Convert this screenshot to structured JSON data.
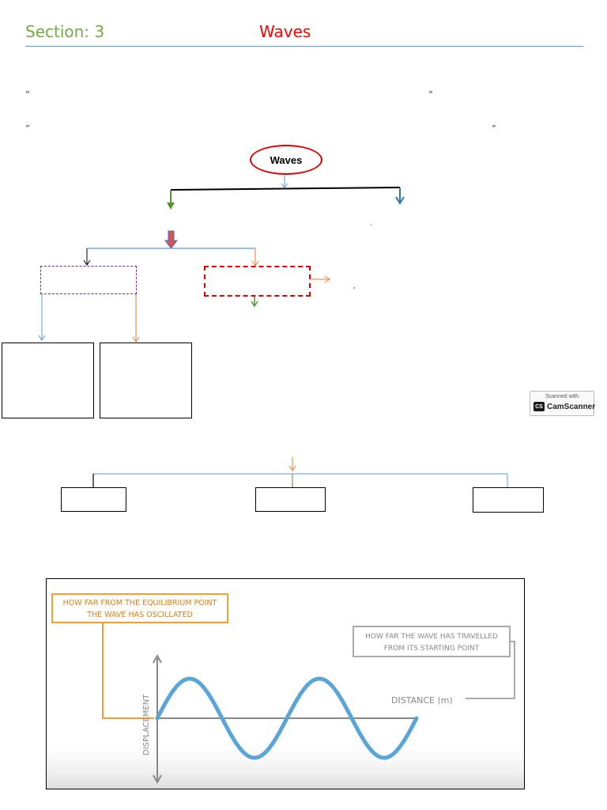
{
  "header": {
    "section": "Section: 3",
    "topic": "Waves"
  },
  "quotes": {
    "line1_open": "“",
    "line1_close": "”",
    "line2_open": "“",
    "line2_close": "”"
  },
  "concept_map": {
    "root_label": "Waves"
  },
  "scan_badge": {
    "top_text": "Scanned with",
    "logo_text": "CS",
    "brand": "CamScanner"
  },
  "graph": {
    "callout_equilibrium_line1": "HOW FAR FROM THE EQUILIBRIUM POINT",
    "callout_equilibrium_line2": "THE WAVE HAS OSCILLATED",
    "callout_travel_line1": "HOW FAR THE WAVE HAS TRAVELLED",
    "callout_travel_line2": "FROM ITS STARTING POINT",
    "x_axis_label": "DISTANCE (m)",
    "y_axis_label": "DISPLACEMENT",
    "colors": {
      "wave": "#5aa5d8",
      "callout_orange": "#f0a030",
      "axis": "#888888",
      "callout_gray": "#999999"
    }
  },
  "colors": {
    "section_green": "#70ad47",
    "topic_red": "#ff0000",
    "rule_blue": "#5b9bd5"
  }
}
